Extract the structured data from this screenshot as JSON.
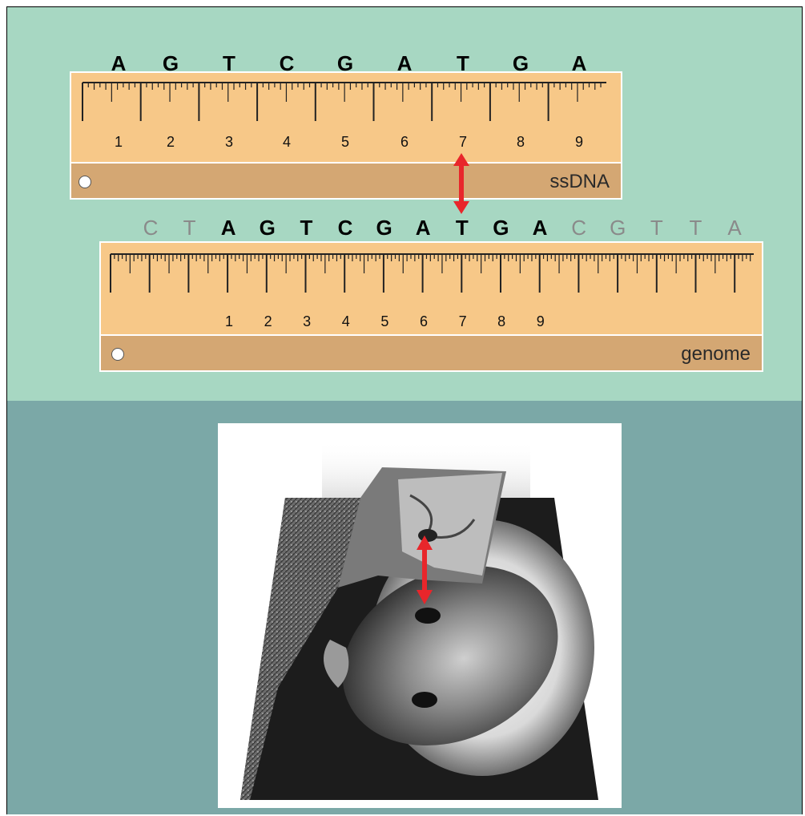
{
  "top_panel": {
    "ssdna_sequence": [
      "A",
      "G",
      "T",
      "C",
      "G",
      "A",
      "T",
      "G",
      "A"
    ],
    "ssdna_numbers": [
      "1",
      "2",
      "3",
      "4",
      "5",
      "6",
      "7",
      "8",
      "9"
    ],
    "ssdna_label": "ssDNA",
    "genome_sequence": [
      {
        "base": "C",
        "matched": false
      },
      {
        "base": "T",
        "matched": false
      },
      {
        "base": "A",
        "matched": true
      },
      {
        "base": "G",
        "matched": true
      },
      {
        "base": "T",
        "matched": true
      },
      {
        "base": "C",
        "matched": true
      },
      {
        "base": "G",
        "matched": true
      },
      {
        "base": "A",
        "matched": true
      },
      {
        "base": "T",
        "matched": true
      },
      {
        "base": "G",
        "matched": true
      },
      {
        "base": "A",
        "matched": true
      },
      {
        "base": "C",
        "matched": false
      },
      {
        "base": "G",
        "matched": false
      },
      {
        "base": "T",
        "matched": false
      },
      {
        "base": "T",
        "matched": false
      },
      {
        "base": "A",
        "matched": false
      }
    ],
    "genome_numbers": [
      "1",
      "2",
      "3",
      "4",
      "5",
      "6",
      "7",
      "8",
      "9"
    ],
    "genome_label": "genome",
    "arrow_color": "#e8262b"
  },
  "colors": {
    "top_background": "#a7d7c2",
    "bottom_background": "#7ba8a7",
    "ruler_face": "#f7c888",
    "ruler_strip": "#d4a773"
  }
}
